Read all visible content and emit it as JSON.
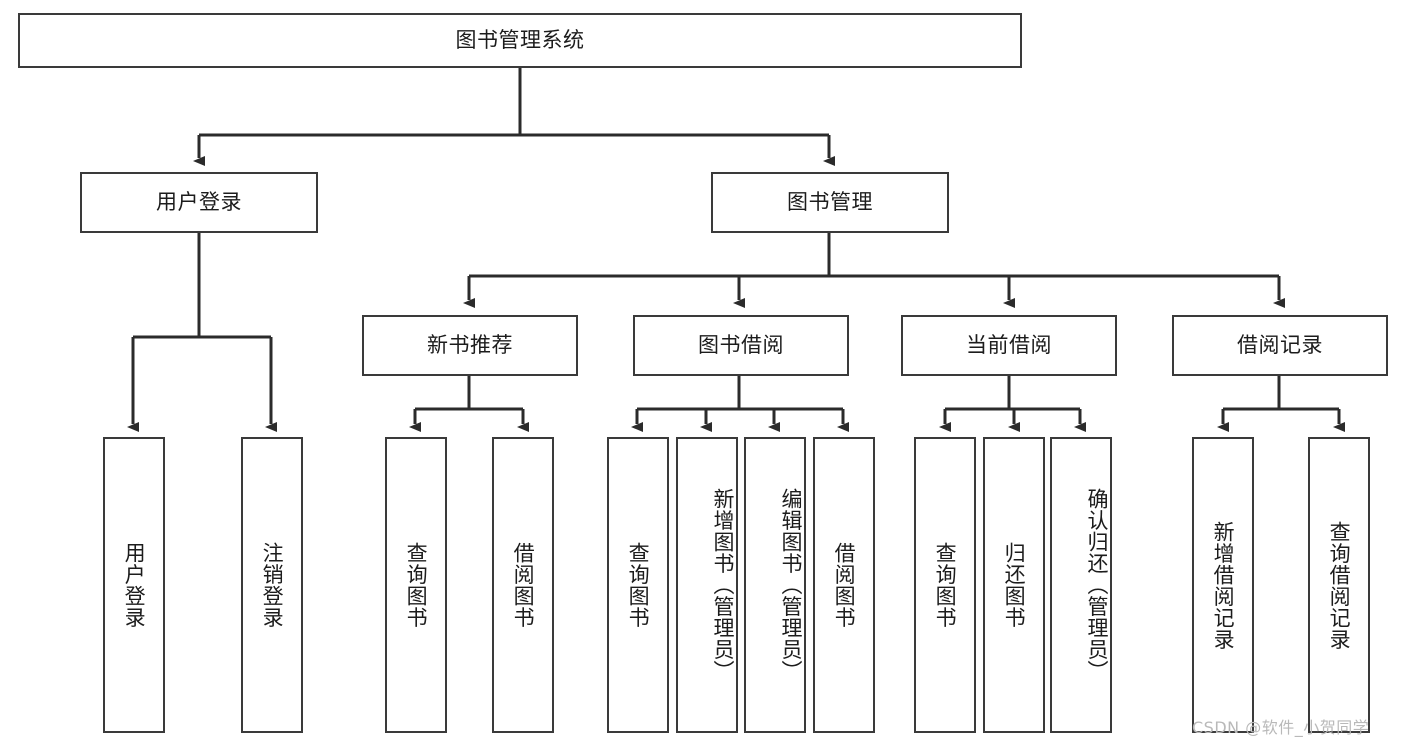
{
  "diagram": {
    "type": "tree-hierarchy",
    "title": "图书管理系统",
    "root": {
      "label": "图书管理系统"
    },
    "level2": [
      {
        "label": "用户登录"
      },
      {
        "label": "图书管理"
      }
    ],
    "level3": [
      {
        "label": "新书推荐"
      },
      {
        "label": "图书借阅"
      },
      {
        "label": "当前借阅"
      },
      {
        "label": "借阅记录"
      }
    ],
    "leaves": {
      "user_login": [
        {
          "label": "用户登录"
        },
        {
          "label": "注销登录"
        }
      ],
      "new_book_recommend": [
        {
          "label": "查询图书"
        },
        {
          "label": "借阅图书"
        }
      ],
      "book_borrow": [
        {
          "label": "查询图书"
        },
        {
          "label": "新增图书（管理员）"
        },
        {
          "label": "编辑图书（管理员）"
        },
        {
          "label": "借阅图书"
        }
      ],
      "current_borrow": [
        {
          "label": "查询图书"
        },
        {
          "label": "归还图书"
        },
        {
          "label": "确认归还（管理员）"
        }
      ],
      "borrow_record": [
        {
          "label": "新增借阅记录"
        },
        {
          "label": "查询借阅记录"
        }
      ]
    }
  },
  "watermark": {
    "text": "CSDN @软件_小贺同学"
  },
  "colors": {
    "stroke": "#3a3a3a",
    "fill": "#ffffff",
    "text": "#1c1c1c",
    "watermark": "#b9b9b9"
  }
}
